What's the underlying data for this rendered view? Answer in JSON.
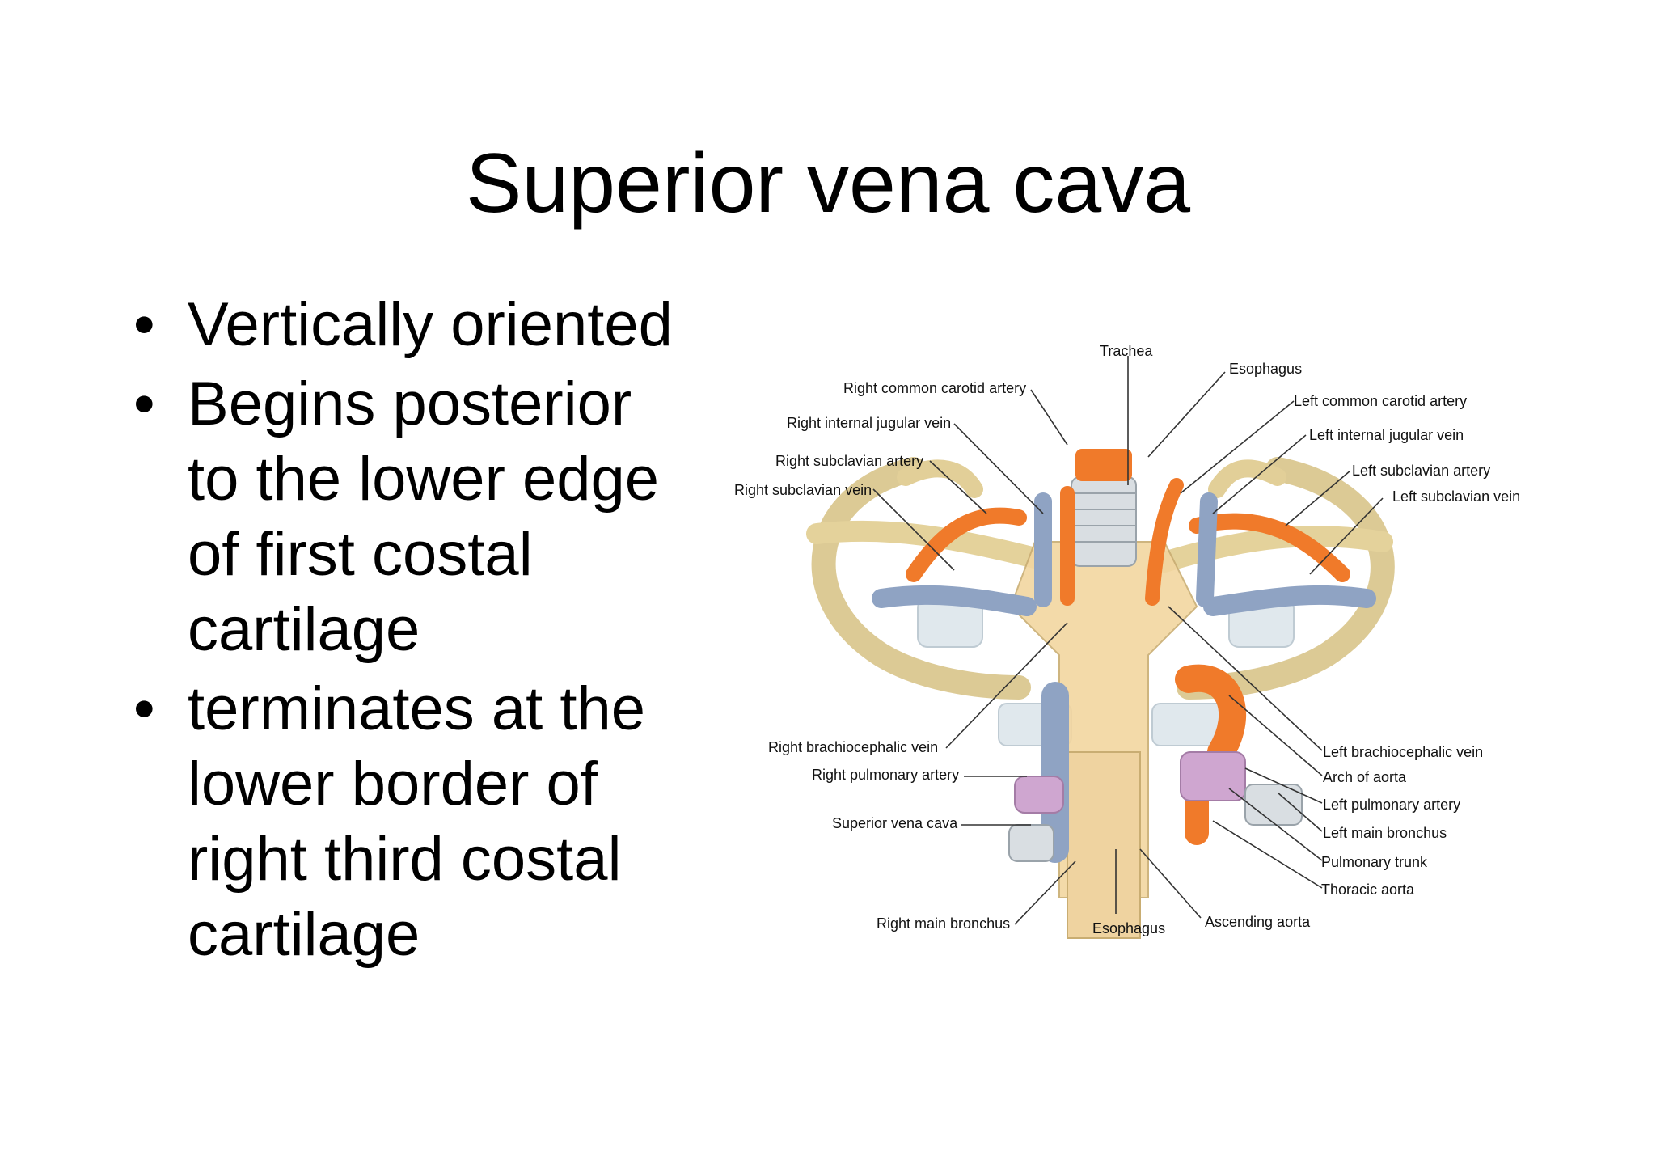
{
  "slide": {
    "title": "Superior vena cava",
    "bullet_symbol": "•",
    "bullets": [
      [
        "Vertically oriented"
      ],
      [
        "Begins posterior",
        "to the lower edge",
        "of first costal",
        "cartilage"
      ],
      [
        "terminates at the",
        "lower border of",
        "right third costal",
        "cartilage"
      ]
    ]
  },
  "figure": {
    "labels": {
      "trachea": "Trachea",
      "esophagus_top": "Esophagus",
      "right_common_carotid": "Right common carotid artery",
      "right_internal_jugular": "Right internal jugular vein",
      "right_subclavian_artery": "Right subclavian artery",
      "right_subclavian_vein": "Right subclavian vein",
      "left_common_carotid": "Left common carotid artery",
      "left_internal_jugular": "Left internal jugular vein",
      "left_subclavian_artery": "Left subclavian artery",
      "left_subclavian_vein": "Left subclavian vein",
      "right_brachiocephalic": "Right brachiocephalic vein",
      "right_pulmonary_artery": "Right pulmonary artery",
      "superior_vena_cava": "Superior vena cava",
      "right_main_bronchus": "Right main bronchus",
      "esophagus_bottom": "Esophagus",
      "ascending_aorta": "Ascending aorta",
      "left_brachiocephalic": "Left brachiocephalic vein",
      "arch_of_aorta": "Arch of aorta",
      "left_pulmonary_artery": "Left pulmonary artery",
      "left_main_bronchus": "Left main bronchus",
      "pulmonary_trunk": "Pulmonary trunk",
      "thoracic_aorta": "Thoracic aorta"
    },
    "colors": {
      "artery": "#f07a2a",
      "vein": "#8fa3c3",
      "bone": "#e9d7a4",
      "cartilage": "#dde6ec",
      "pulmonary": "#cfa6d0",
      "esophagus": "#f2d6a0",
      "leader_line": "#333333"
    }
  }
}
